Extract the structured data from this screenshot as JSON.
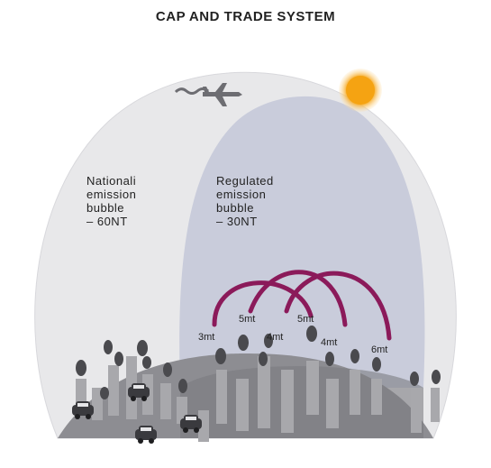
{
  "title": "CAP AND TRADE SYSTEM",
  "national_bubble": {
    "lines": [
      "Nationali",
      "emission",
      "bubble",
      "– 60NT"
    ]
  },
  "regulated_bubble": {
    "lines": [
      "Regulated",
      "emission",
      "bubble",
      "– 30NT"
    ]
  },
  "amounts": [
    "3mt",
    "5mt",
    "4mt",
    "5mt",
    "4mt",
    "6mt"
  ],
  "colors": {
    "national_bubble": "#e8e8ea",
    "regulated_bubble": "#c9ccdb",
    "ground": "#8d8d92",
    "trade_arcs": "#8b1a5a",
    "sun": "#f5a312",
    "smokestack": "#a8a8ac",
    "smoke": "#4a4a4e"
  },
  "icons": [
    "airplane-icon",
    "sun-icon",
    "smokestack-icon",
    "car-icon"
  ]
}
